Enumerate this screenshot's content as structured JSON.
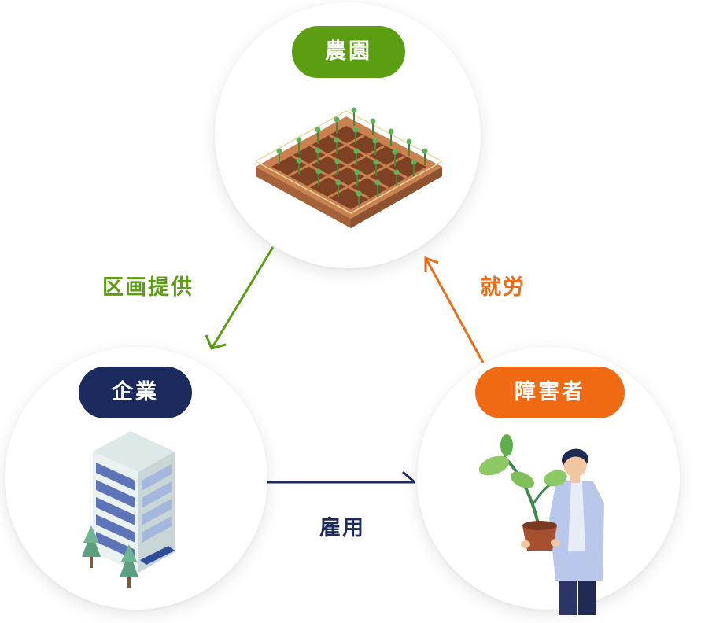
{
  "nodes": {
    "farm": {
      "label": "農園",
      "color": "#5b9e12"
    },
    "company": {
      "label": "企業",
      "color": "#1c2a5e"
    },
    "person": {
      "label": "障害者",
      "color": "#f06a14"
    }
  },
  "edges": {
    "farm_to_company": {
      "label": "区画提供",
      "color": "#5b9e12"
    },
    "person_to_farm": {
      "label": "就労",
      "color": "#f06a14"
    },
    "company_to_person": {
      "label": "雇用",
      "color": "#1c2a5e"
    }
  },
  "icons": [
    "farm-field-illustration",
    "office-building-illustration",
    "person-with-plant-illustration"
  ]
}
